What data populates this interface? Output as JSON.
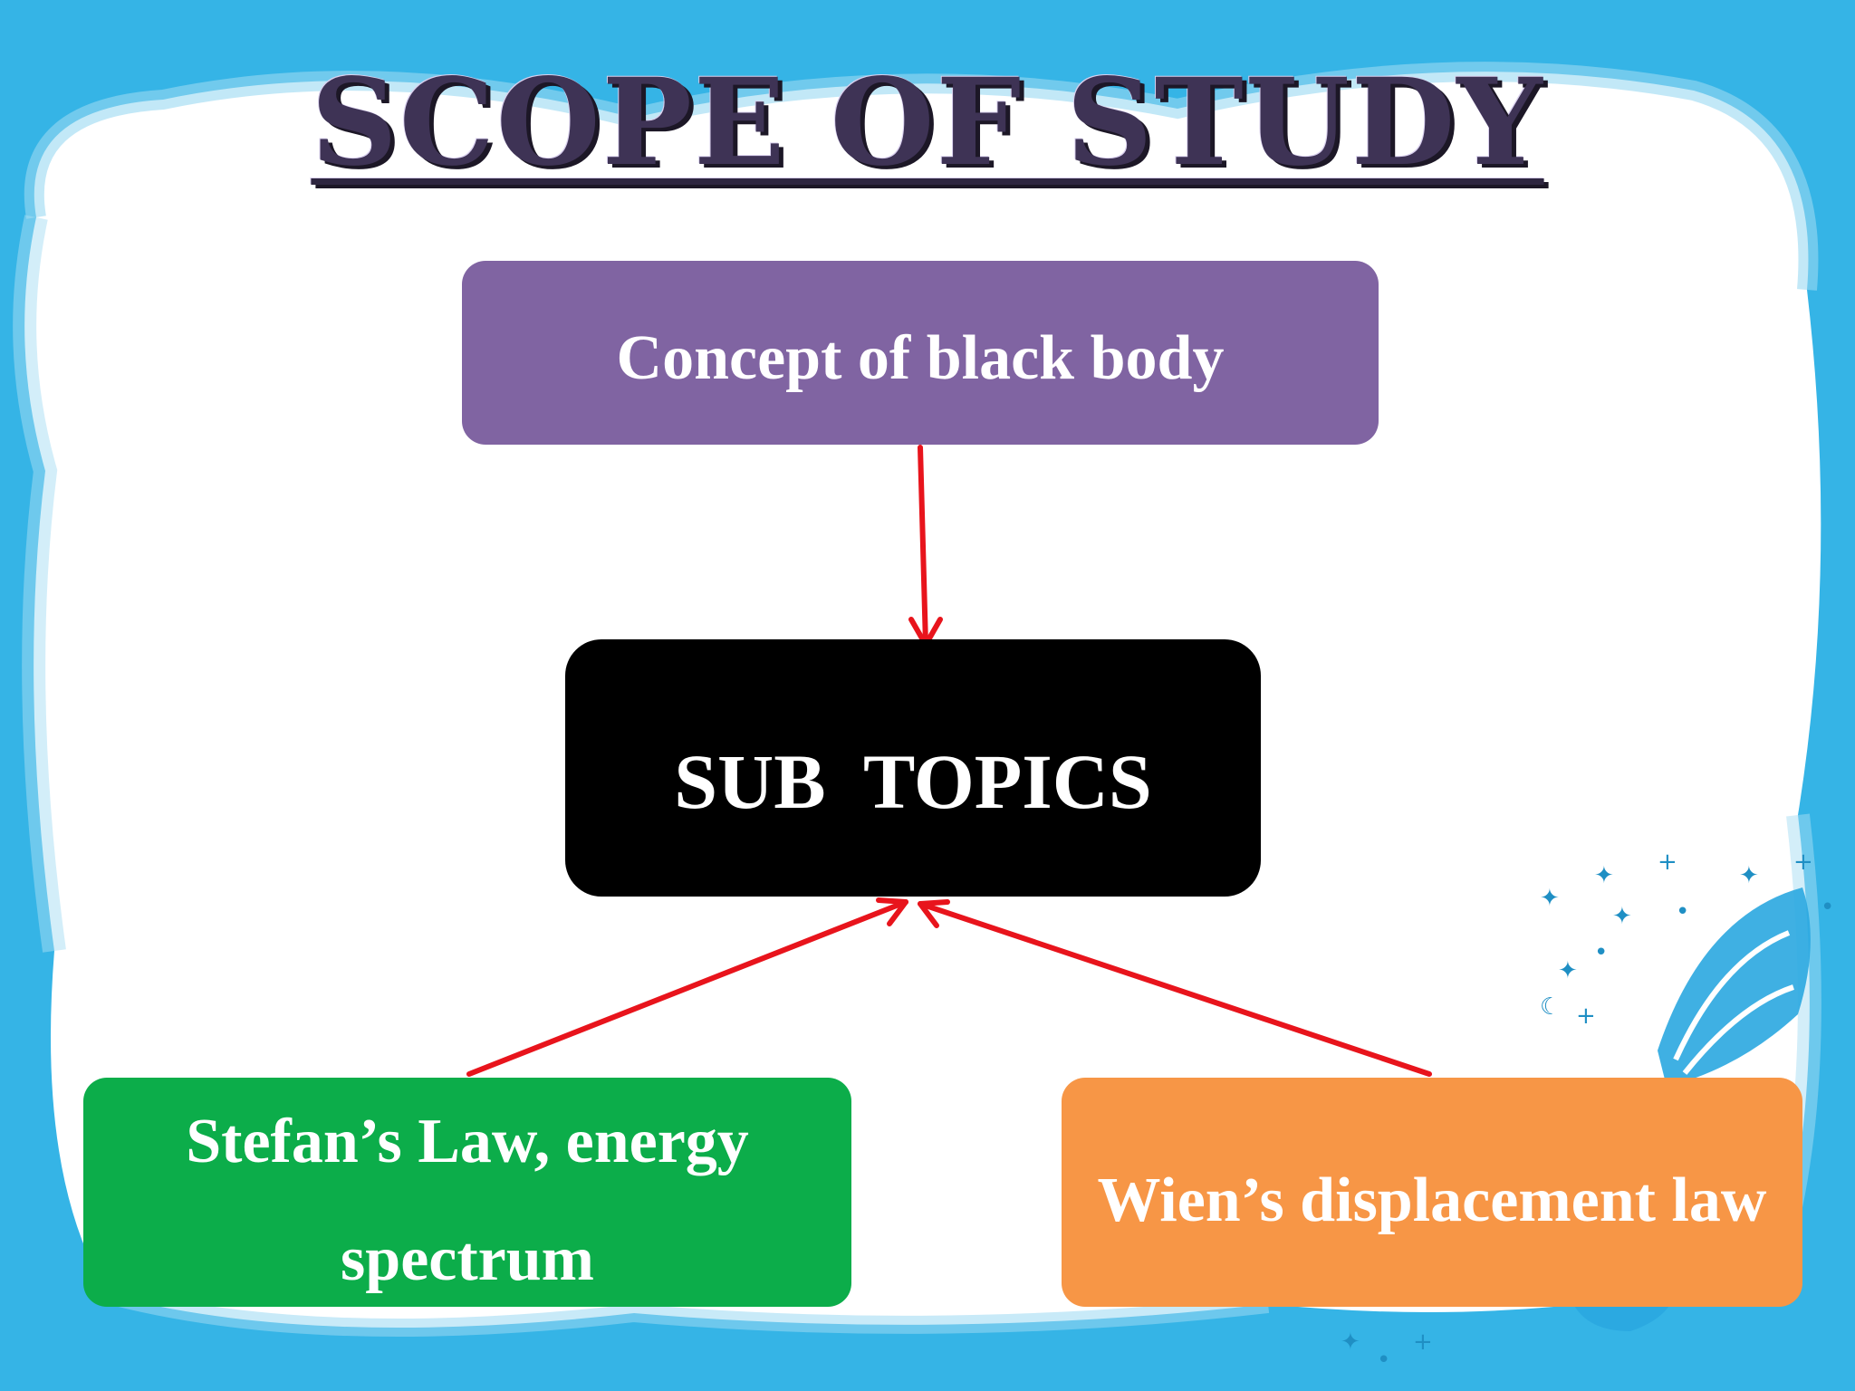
{
  "title": "SCOPE OF STUDY",
  "nodes": {
    "concept": "Concept of black body",
    "subtopics": "SUB  TOPICS",
    "stefan": "Stefan’s Law, energy spectrum",
    "wien": "Wien’s displacement law"
  },
  "colors": {
    "concept_fill": "#8064a2",
    "subtopics_fill": "#000000",
    "stefan_fill": "#0cad4a",
    "wien_fill": "#f79646",
    "arrow": "#e8141c",
    "frame": "#33b3e6"
  },
  "edges": [
    {
      "from": "concept",
      "to": "subtopics"
    },
    {
      "from": "stefan",
      "to": "subtopics"
    },
    {
      "from": "wien",
      "to": "subtopics"
    }
  ]
}
